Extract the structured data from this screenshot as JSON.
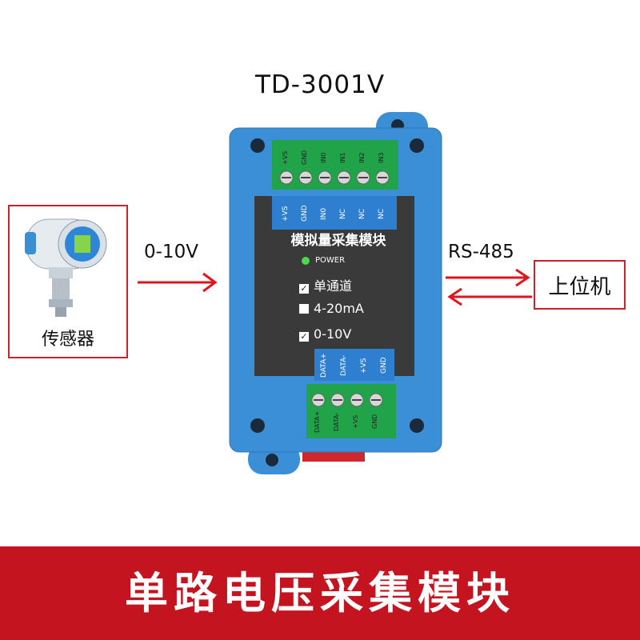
{
  "title": "TD-3001V",
  "sensor": {
    "label": "传感器",
    "icon": "pressure-transmitter-icon"
  },
  "host": {
    "label": "上位机"
  },
  "input_signal": "0-10V",
  "output_signal": "RS-485",
  "module": {
    "top_terminals": [
      "+VS",
      "GND",
      "IN0",
      "IN1",
      "IN2",
      "IN3"
    ],
    "top_tabs": [
      "+VS",
      "GND",
      "IN0",
      "NC",
      "NC",
      "NC"
    ],
    "panel_title": "模拟量采集模块",
    "power_label": "POWER",
    "options": [
      {
        "label": "单通道",
        "checked": true
      },
      {
        "label": "4-20mA",
        "checked": false
      },
      {
        "label": "0-10V",
        "checked": true
      }
    ],
    "bottom_tabs": [
      "DATA+",
      "DATA-",
      "+VS",
      "GND"
    ],
    "bottom_terminals": [
      "DATA+",
      "DATA-",
      "+VS",
      "GND"
    ]
  },
  "banner": "单路电压采集模块",
  "colors": {
    "accent_red": "#c4141f",
    "module_blue": "#3b8fd6",
    "panel_dark": "#3a3a3a",
    "led_green": "#4bd84b"
  }
}
